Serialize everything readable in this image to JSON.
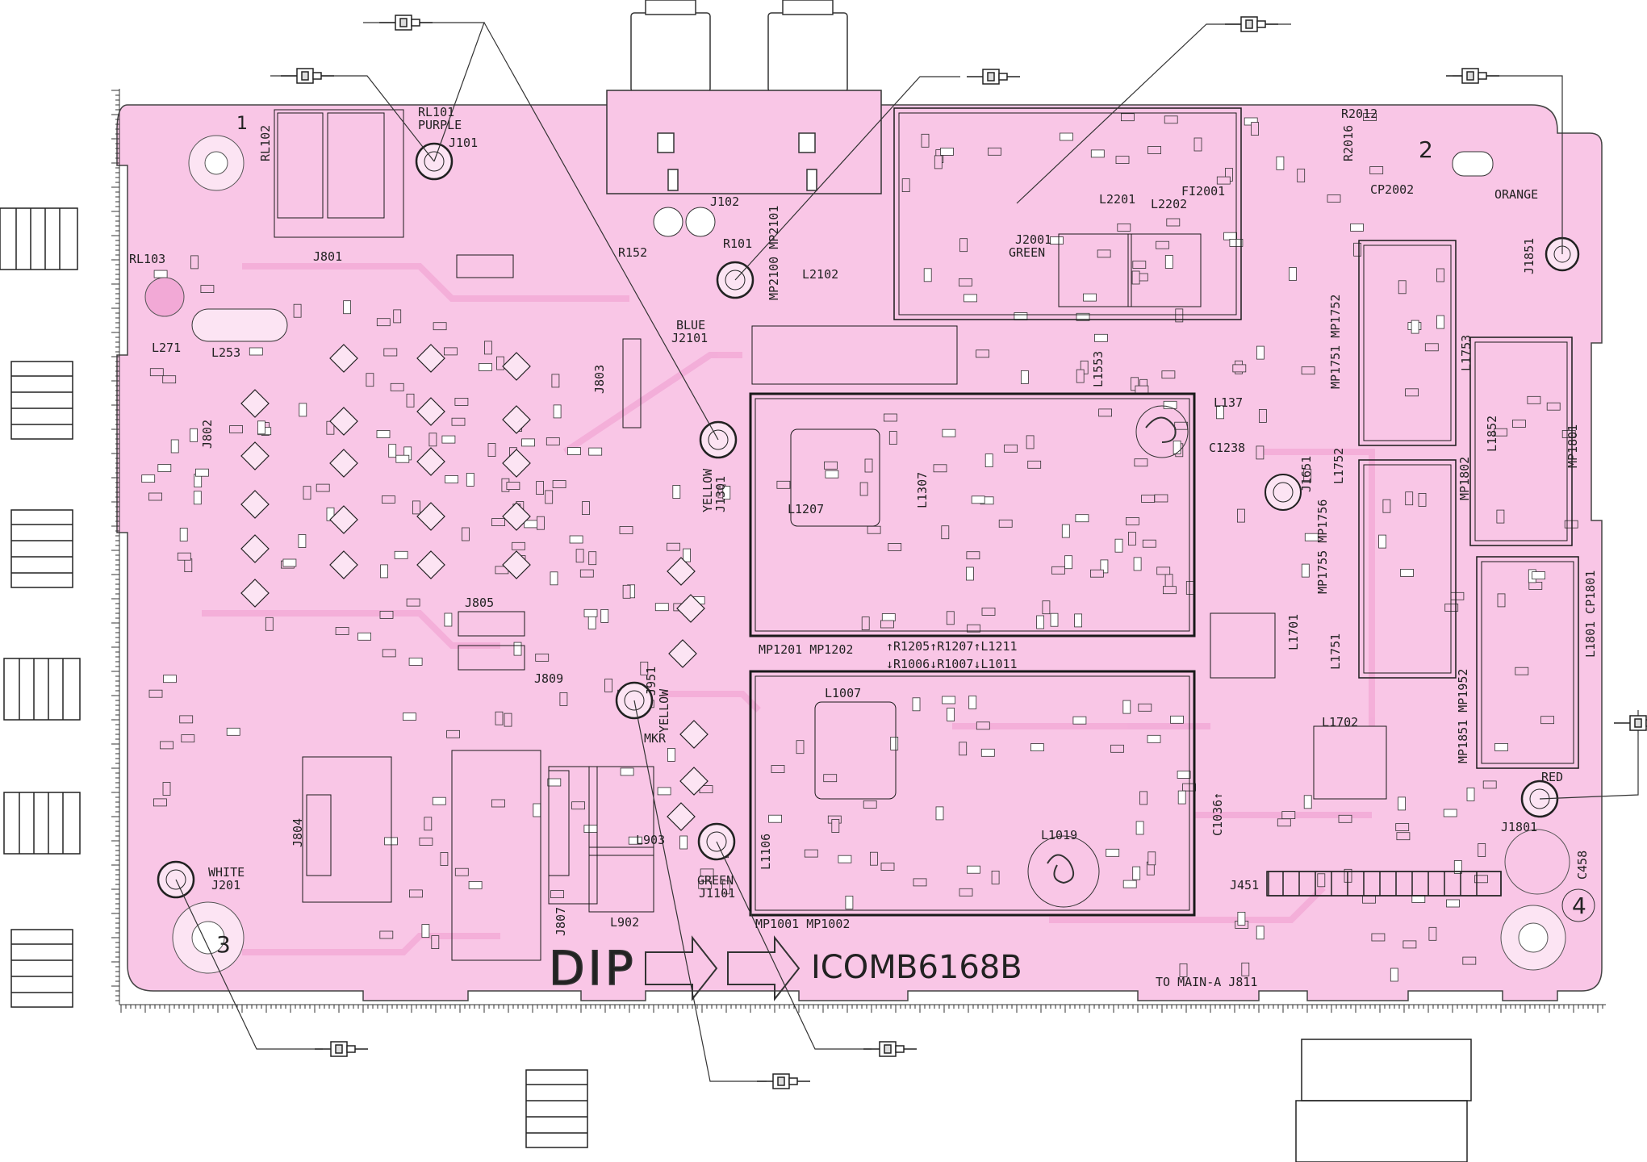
{
  "board": {
    "brand": "ICOM",
    "model": "B6168B",
    "dip_label": "DIP",
    "to_main": "TO MAIN-A J811",
    "corners": [
      "1",
      "2",
      "3",
      "4"
    ]
  },
  "colors": {
    "board": "#f9c6e6",
    "trace": "#f2a9d6",
    "ink": "#2a2a2a",
    "shield": "#1a1a1a"
  },
  "jacks": [
    {
      "ref": "J101",
      "color": "PURPLE",
      "relay": "RL101"
    },
    {
      "ref": "J2101",
      "color": "BLUE"
    },
    {
      "ref": "J1301",
      "color": "YELLOW"
    },
    {
      "ref": "J951",
      "color": "YELLOW",
      "extra": "MKR"
    },
    {
      "ref": "J1101",
      "color": "GREEN"
    },
    {
      "ref": "J201",
      "color": "WHITE"
    },
    {
      "ref": "J2001",
      "color": "GREEN"
    },
    {
      "ref": "J1851",
      "color": "ORANGE"
    },
    {
      "ref": "J1801",
      "color": "RED"
    }
  ],
  "labels": {
    "rl102": "RL102",
    "rl103": "RL103",
    "l271": "L271",
    "l253": "L253",
    "j801": "J801",
    "j802": "J802",
    "j803": "J803",
    "j804": "J804",
    "j805": "J805",
    "j807": "J807",
    "j809": "J809",
    "j102": "J102",
    "r152": "R152",
    "r101": "R101",
    "mp2100": "MP2100 MP2101",
    "l2102": "L2102",
    "l2201": "L2201",
    "l2202": "L2202",
    "fi2001": "FI2001",
    "r2012": "R2012",
    "r2016": "R2016",
    "cp2002": "CP2002",
    "l1553": "L1553",
    "l137": "L137",
    "c1238": "C1238",
    "j1651": "J1651",
    "l1207": "L1207",
    "l1307": "L1307",
    "mp1201": "MP1201 MP1202",
    "r1205": "↑R1205↑R1207↑L1211",
    "r1006": "↓R1006↓R1007↓L1011",
    "l1007": "L1007",
    "l1019": "L1019",
    "l1106": "L1106",
    "mp1001": "MP1001 MP1002",
    "l903": "L903",
    "l902": "L902",
    "l1701": "L1701",
    "l1702": "L1702",
    "l1751": "L1751",
    "l1752": "L1752",
    "l1753": "L1753",
    "mp1751": "MP1751 MP1752",
    "mp1755": "MP1755 MP1756",
    "mp1802": "MP1802",
    "l1852": "L1852",
    "mp1801": "MP1801",
    "l1801": "L1801 CP1801",
    "mp1851": "MP1851 MP1952",
    "c1036": "C1036↑",
    "j451": "J451",
    "c458": "C458"
  }
}
